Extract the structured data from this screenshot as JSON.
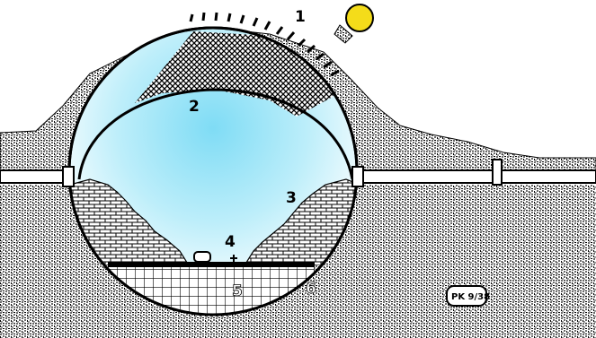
{
  "labels": {
    "l1": "1",
    "l2": "2",
    "l3": "3",
    "l4": "4",
    "l5": "5",
    "l6": "6"
  },
  "tag": "PK 9/38",
  "colors": {
    "sun": "#f4dc1a",
    "sky_center": "#7fdcf5",
    "sky_edge": "#ffffff",
    "outline": "#000000",
    "ground": "#c8c8c8"
  },
  "icons": [
    "sun-icon",
    "door-icon"
  ]
}
